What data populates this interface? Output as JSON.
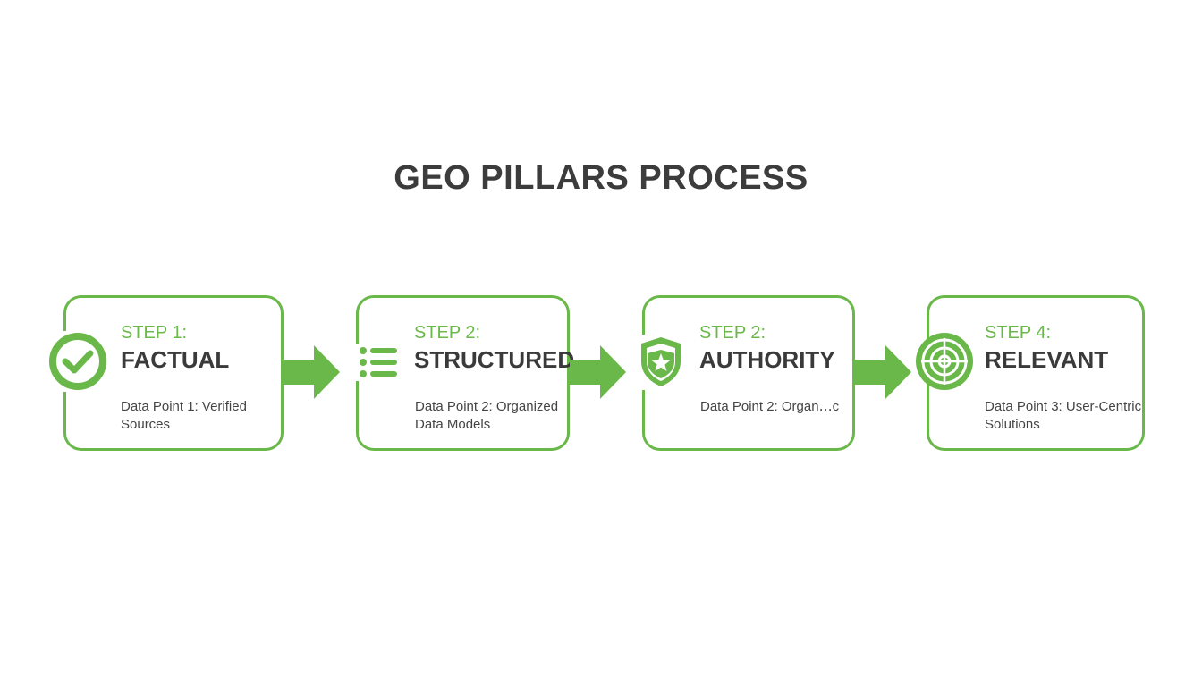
{
  "title": "GEO PILLARS PROCESS",
  "colors": {
    "accent": "#6ab84a",
    "text": "#3a3a3a"
  },
  "steps": [
    {
      "step": "STEP 1:",
      "name": "FACTUAL",
      "desc": "Data Point 1: Verified Sources",
      "icon": "check-circle-icon"
    },
    {
      "step": "STEP 2:",
      "name": "STRUCTURED",
      "desc": "Data Point 2: Organized Data Models",
      "icon": "list-icon"
    },
    {
      "step": "STEP 2:",
      "name": "AUTHORITY",
      "desc": "Data Point 2: Organ․․․c",
      "icon": "shield-star-icon"
    },
    {
      "step": "STEP 4:",
      "name": "RELEVANT",
      "desc": "Data Point 3: User-Centric Solutions",
      "icon": "target-icon"
    }
  ]
}
